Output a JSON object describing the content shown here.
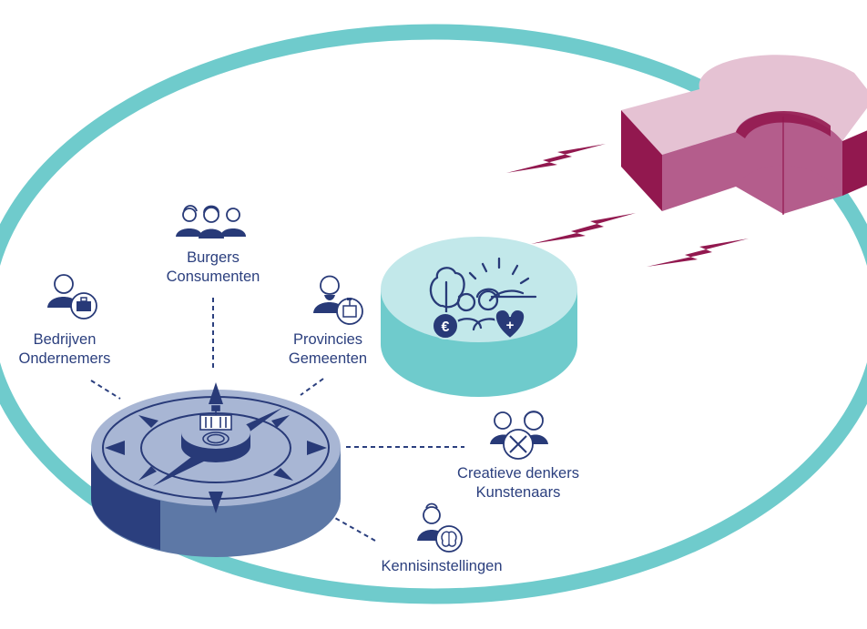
{
  "colors": {
    "ring": "#6fcbcc",
    "navy": "#283a78",
    "compass_top": "#a8b6d4",
    "compass_side_light": "#5d78a6",
    "compass_side_dark": "#2b3f7e",
    "magnet_top": "#e5c2d3",
    "magnet_front": "#b45d8c",
    "magnet_side": "#92184f",
    "bolt": "#92184f",
    "disc_top": "#c2e8ea",
    "disc_side": "#6fcbcc",
    "dash": "#2b3f7e"
  },
  "stakeholders": [
    {
      "key": "burgers",
      "lines": [
        "Burgers",
        "Consumenten"
      ],
      "icon": "three-citizens-icon"
    },
    {
      "key": "bedrijven",
      "lines": [
        "Bedrijven",
        "Ondernemers"
      ],
      "icon": "entrepreneur-briefcase-icon"
    },
    {
      "key": "provincies",
      "lines": [
        "Provincies",
        "Gemeenten"
      ],
      "icon": "official-municipality-icon"
    },
    {
      "key": "creatieve",
      "lines": [
        "Creatieve denkers",
        "Kunstenaars"
      ],
      "icon": "creative-pencil-brush-icon"
    },
    {
      "key": "kennis",
      "lines": [
        "Kennisinstellingen"
      ],
      "icon": "researcher-brain-icon"
    }
  ],
  "center_disc": {
    "icon": "wellbeing-people-nature-icon",
    "euro_symbol": "€",
    "plus_symbol": "+"
  },
  "compass": {
    "icon": "compass-icon",
    "hub_icon": "town-hall-icon"
  },
  "magnet": {
    "icon": "magnet-icon"
  },
  "bolts": {
    "count": 3,
    "icon": "lightning-bolt-icon"
  }
}
